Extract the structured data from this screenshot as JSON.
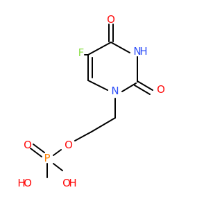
{
  "colors": {
    "carbon_bond": "#000000",
    "oxygen": "#ff0d0d",
    "nitrogen": "#3050f8",
    "fluorine": "#90e050",
    "phosphorus": "#ff8000",
    "background": "#ffffff"
  },
  "atoms": {
    "fluorine": "F",
    "n3": "N",
    "h_n3": "H",
    "o4": "O",
    "o2": "O",
    "n1": "N",
    "o_ester": "O",
    "p": "P",
    "o_double": "O",
    "oh_left_h": "H",
    "oh_left_o": "O",
    "oh_right_o": "O",
    "oh_right_h": "H"
  }
}
